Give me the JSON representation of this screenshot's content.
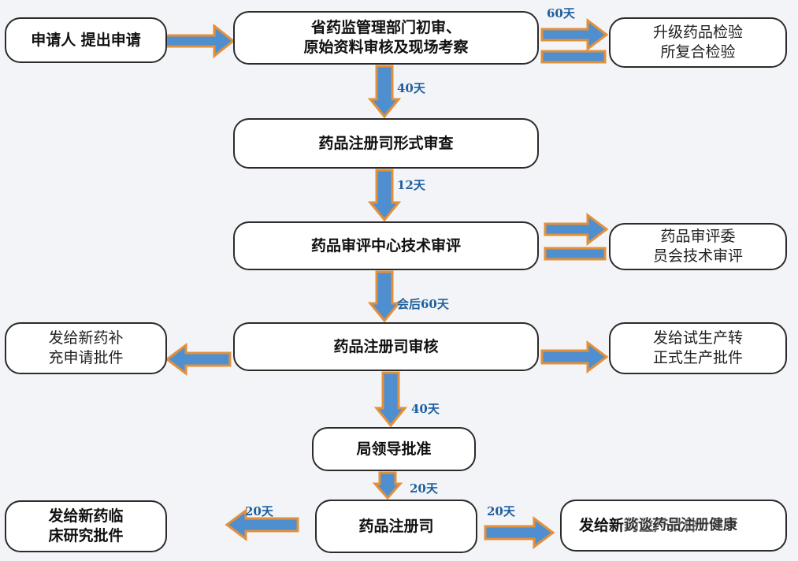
{
  "colors": {
    "arrow_fill": "#4f8fd0",
    "arrow_stroke": "#e3903a",
    "label": "#1f5f9e"
  },
  "boxes": {
    "applicant": "申请人 提出申请",
    "provincial": "省药监管理部门初审、\n原始资料审核及现场考察",
    "upgrade_lab": "升级药品检验\n所复合检验",
    "formal_review": "药品注册司形式审查",
    "tech_review": "药品审评中心技术审评",
    "committee": "药品审评委\n员会技术审评",
    "registry_audit": "药品注册司审核",
    "supplement": "发给新药补\n充申请批件",
    "trial_to_formal": "发给试生产转\n正式生产批件",
    "bureau": "局领导批准",
    "registry": "药品注册司",
    "clinical": "发给新药临\n床研究批件",
    "production": "发给新药生产批件"
  },
  "labels": {
    "d60_upgrade": "60天",
    "d40_formal": "40天",
    "d12_tech": "12天",
    "after_meeting": "会后60天",
    "d40_bureau": "40天",
    "d20_registry": "20天",
    "d20_left": "20天",
    "d20_right": "20天"
  },
  "watermark": "谈谈药品注册健康"
}
